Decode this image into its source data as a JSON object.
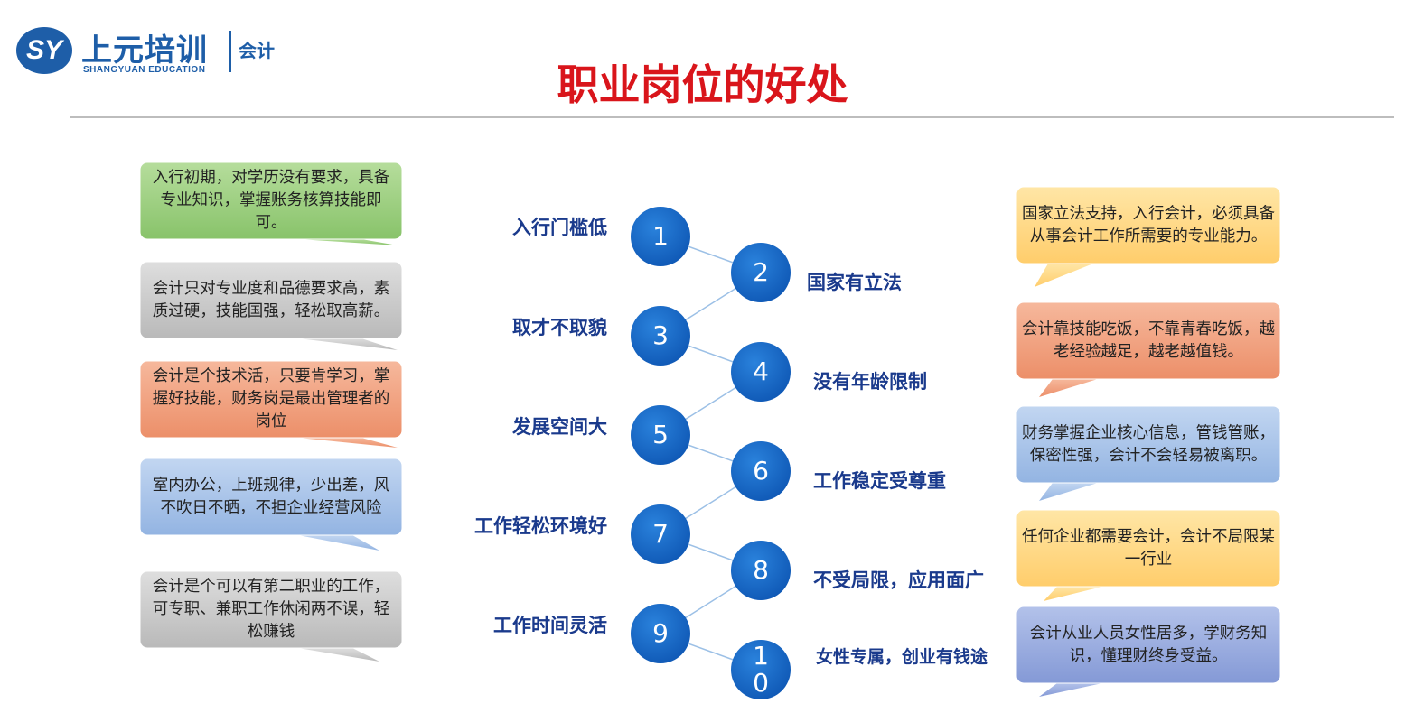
{
  "header": {
    "logo_mark": "SY",
    "logo_name": "上元培训",
    "logo_english": "SHANGYUAN EDUCATION",
    "logo_tag": "会计",
    "title": "职业岗位的好处"
  },
  "colors": {
    "title": "#d9151b",
    "brand": "#1e5ea8",
    "circle": "#1565c8",
    "label": "#1a3a8c",
    "green": "#9ccf7f",
    "gray": "#c9c9c9",
    "orange": "#f0a07e",
    "blue": "#a7c3e8",
    "yellow": "#ffd885",
    "purple": "#9aaede"
  },
  "steps": [
    {
      "number": "1",
      "label": "入行门槛低",
      "callout": "入行初期，对学历没有要求，具备专业知识，掌握账务核算技能即可。",
      "fill": "green"
    },
    {
      "number": "2",
      "label": "国家有立法",
      "callout": "国家立法支持，入行会计，必须具备从事会计工作所需要的专业能力。",
      "fill": "yellow"
    },
    {
      "number": "3",
      "label": "取才不取貌",
      "callout": "会计只对专业度和品德要求高，素质过硬，技能国强，轻松取高薪。",
      "fill": "gray"
    },
    {
      "number": "4",
      "label": "没有年龄限制",
      "callout": "会计靠技能吃饭，不靠青春吃饭，越老经验越足，越老越值钱。",
      "fill": "orange"
    },
    {
      "number": "5",
      "label": "发展空间大",
      "callout": "会计是个技术活，只要肯学习，掌握好技能，财务岗是最出管理者的岗位",
      "fill": "orange"
    },
    {
      "number": "6",
      "label": "工作稳定受尊重",
      "callout": "财务掌握企业核心信息，管钱管账，保密性强，会计不会轻易被离职。",
      "fill": "blue"
    },
    {
      "number": "7",
      "label": "工作轻松环境好",
      "callout": "室内办公，上班规律，少出差，风不吹日不晒，不担企业经营风险",
      "fill": "blue"
    },
    {
      "number": "8",
      "label": "不受局限，应用面广",
      "callout": "任何企业都需要会计，会计不局限某一行业",
      "fill": "yellow"
    },
    {
      "number": "9",
      "label": "工作时间灵活",
      "callout": "会计是个可以有第二职业的工作，可专职、兼职工作休闲两不误，轻松赚钱",
      "fill": "gray"
    },
    {
      "number": "1\n0",
      "label": "女性专属，创业有钱途",
      "callout": "会计从业人员女性居多，学财务知识，懂理财终身受益。",
      "fill": "purple"
    }
  ]
}
